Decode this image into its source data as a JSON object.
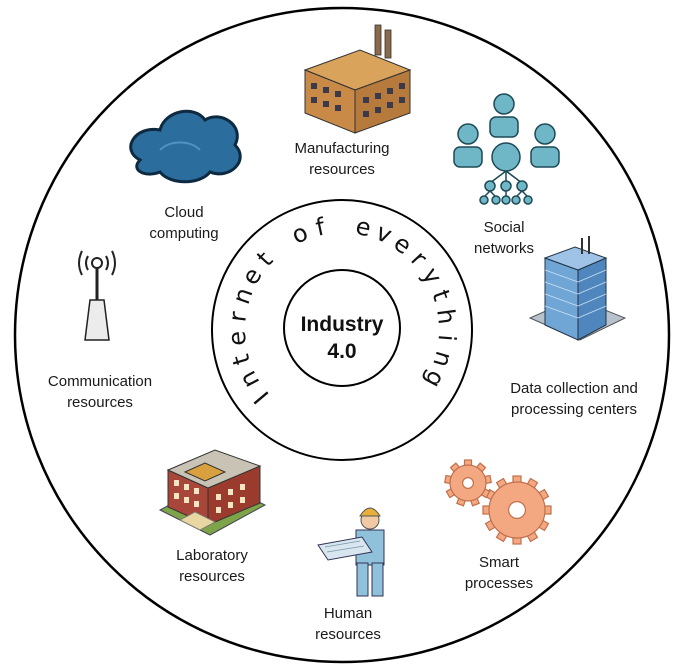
{
  "center": {
    "line1": "Industry",
    "line2": "4.0"
  },
  "ring_text": "Internet of everything",
  "nodes": {
    "manufacturing": {
      "line1": "Manufacturing",
      "line2": "resources",
      "icon": "factory-icon"
    },
    "social": {
      "line1": "Social",
      "line2": "networks",
      "icon": "people-network-icon"
    },
    "data_centers": {
      "line1": "Data collection and",
      "line2": "processing centers",
      "icon": "office-building-icon"
    },
    "smart_processes": {
      "line1": "Smart",
      "line2": "processes",
      "icon": "gears-icon"
    },
    "human": {
      "line1": "Human",
      "line2": "resources",
      "icon": "engineer-icon"
    },
    "laboratory": {
      "line1": "Laboratory",
      "line2": "resources",
      "icon": "school-building-icon"
    },
    "communication": {
      "line1": "Communication",
      "line2": "resources",
      "icon": "antenna-icon"
    },
    "cloud": {
      "line1": "Cloud",
      "line2": "computing",
      "icon": "cloud-icon"
    }
  },
  "colors": {
    "outline": "#000000",
    "people": "#6fb7c7",
    "gear": "#f4a882",
    "cloud": "#2b6d9c",
    "building_glass": "#6fa6d6",
    "brick": "#9b3b2e"
  }
}
